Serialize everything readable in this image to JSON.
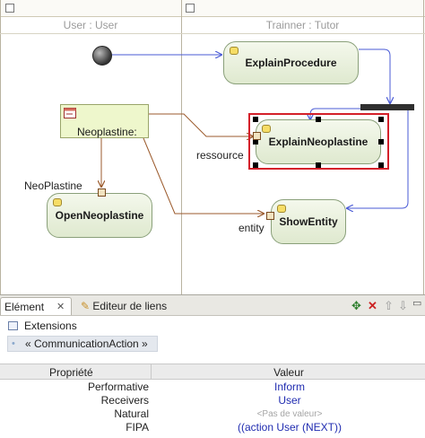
{
  "diagram": {
    "lanes": [
      {
        "title": "User : User"
      },
      {
        "title": "Trainner : Tutor"
      }
    ],
    "actions": [
      {
        "name": "ExplainProcedure"
      },
      {
        "name": "ExplainNeoplastine"
      },
      {
        "name": "OpenNeoplastine"
      },
      {
        "name": "ShowEntity"
      }
    ],
    "object_node": {
      "name": "Neoplastine:"
    },
    "pin_labels": {
      "ressource": "ressource",
      "neoplastine": "NeoPlastine",
      "entity": "entity"
    }
  },
  "panel": {
    "tabs": [
      {
        "label": "Elément"
      },
      {
        "label": "Editeur de liens"
      }
    ],
    "sections": {
      "extensions": "Extensions",
      "stereotype": "« CommunicationAction »"
    },
    "table": {
      "headers": [
        "Propriété",
        "Valeur"
      ],
      "rows": [
        {
          "property": "Performative",
          "value": "Inform"
        },
        {
          "property": "Receivers",
          "value": "User"
        },
        {
          "property": "Natural",
          "value": "<Pas de valeur>"
        },
        {
          "property": "FIPA",
          "value": "((action User (NEXT))"
        }
      ]
    }
  },
  "colors": {
    "selection": "#d4202a",
    "flow": "#4a5bd6",
    "object_flow": "#9b5a2c"
  }
}
